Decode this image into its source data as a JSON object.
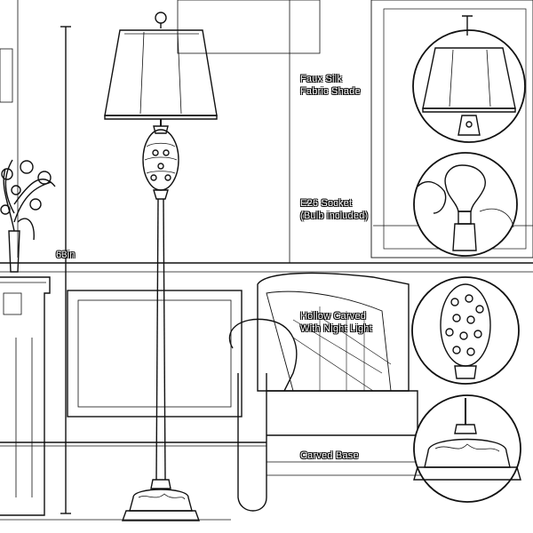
{
  "height_label": "63in",
  "features": {
    "shade": [
      "Faux Silk",
      "Fabric Shade"
    ],
    "socket": [
      "E26 Socket",
      "(Bulb included)"
    ],
    "hollow": [
      "Hollow Carved",
      "With Night Light"
    ],
    "base": [
      "Carved Base"
    ]
  }
}
